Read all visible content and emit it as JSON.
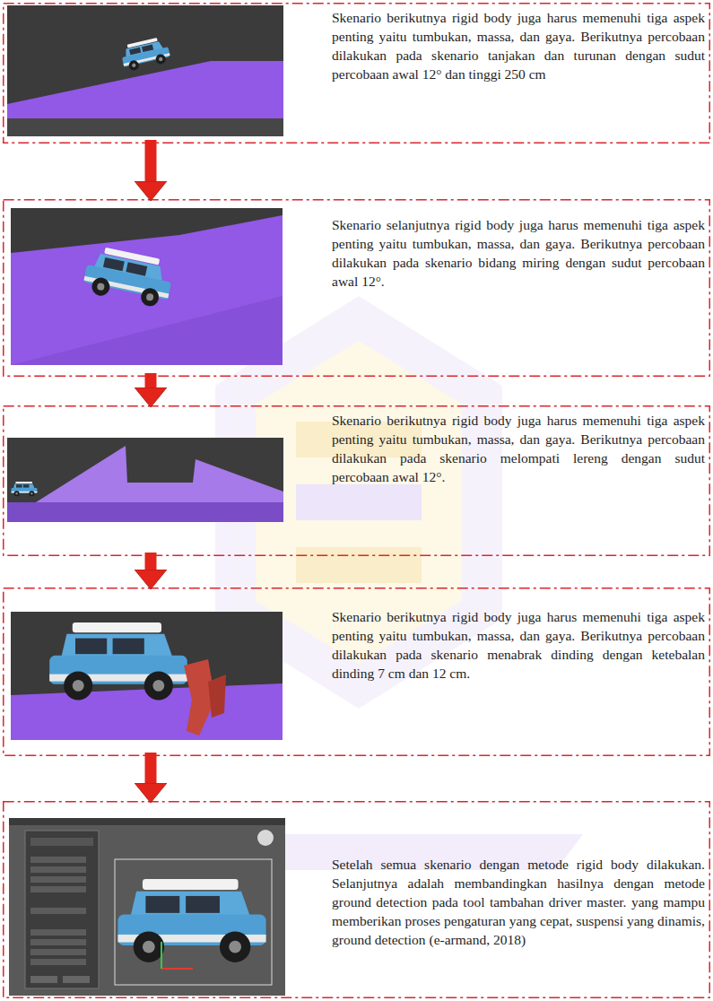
{
  "diagram": {
    "nodes": [
      {
        "text": [
          "Skenario berikutnya rigid body juga harus memenuhi tiga aspek penting yaitu tumbukan, massa, dan gaya. Berikutnya percobaan dilakukan pada skenario tanjakan dan turunan dengan sudut percobaan awal 12° dan tinggi 250 cm"
        ]
      },
      {
        "text": [
          "Skenario selanjutnya rigid body juga harus memenuhi tiga aspek penting yaitu tumbukan, massa, dan gaya. Berikutnya percobaan dilakukan pada skenario bidang miring dengan sudut percobaan awal 12°."
        ]
      },
      {
        "text": [
          "Skenario berikutnya rigid body juga harus memenuhi tiga aspek penting yaitu tumbukan, massa, dan gaya. Berikutnya percobaan dilakukan pada skenario melompati lereng dengan sudut percobaan awal 12°."
        ]
      },
      {
        "text": [
          "Skenario berikutnya rigid body juga harus memenuhi tiga aspek penting yaitu tumbukan, massa, dan gaya. Berikutnya percobaan dilakukan pada skenario menabrak dinding dengan ketebalan dinding 7 cm dan 12 cm."
        ]
      },
      {
        "text": [
          "Setelah semua skenario dengan metode rigid body dilakukan. Selanjutnya adalah membandingkan hasilnya dengan metode ground detection pada tool tambahan driver master. yang mampu memberikan proses pengaturan yang cepat, suspensi yang dinamis, ground detection (e-armand, 2018)"
        ]
      }
    ],
    "edges": [
      {
        "from": 0,
        "to": 1,
        "arrow": "to"
      },
      {
        "from": 1,
        "to": 2,
        "arrow": "to"
      },
      {
        "from": 2,
        "to": 3,
        "arrow": "to"
      },
      {
        "from": 3,
        "to": 4,
        "arrow": "to"
      }
    ]
  }
}
